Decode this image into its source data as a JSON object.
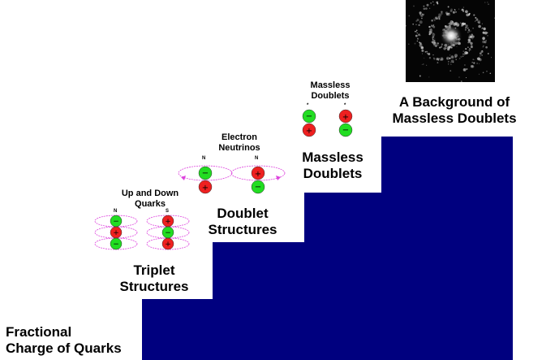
{
  "colors": {
    "stair": "#00007f",
    "particle_green": "#22dd22",
    "particle_red": "#ee2020",
    "orbit": "#dd44dd",
    "galaxy_bg": "#050505"
  },
  "labels": {
    "base": [
      "Fractional",
      "Charge of Quarks"
    ],
    "step1": [
      "Triplet",
      "Structures"
    ],
    "step2": [
      "Doublet",
      "Structures"
    ],
    "step3": [
      "Massless",
      "Doublets"
    ],
    "top": [
      "A Background of",
      "Massless Doublets"
    ]
  },
  "diagrams": {
    "quarks": {
      "title": [
        "Up and Down",
        "Quarks"
      ],
      "pole_left": "N",
      "pole_right": "S"
    },
    "neutrinos": {
      "title": [
        "Electron",
        "Neutrinos"
      ],
      "pole_left": "N",
      "pole_right": "N"
    },
    "massless": {
      "title": [
        "Massless",
        "Doublets"
      ],
      "pole_left": "*",
      "pole_right": "*"
    }
  },
  "signs": {
    "plus": "+",
    "minus": "−"
  },
  "icons": [
    "galaxy-image",
    "particle-icon"
  ]
}
